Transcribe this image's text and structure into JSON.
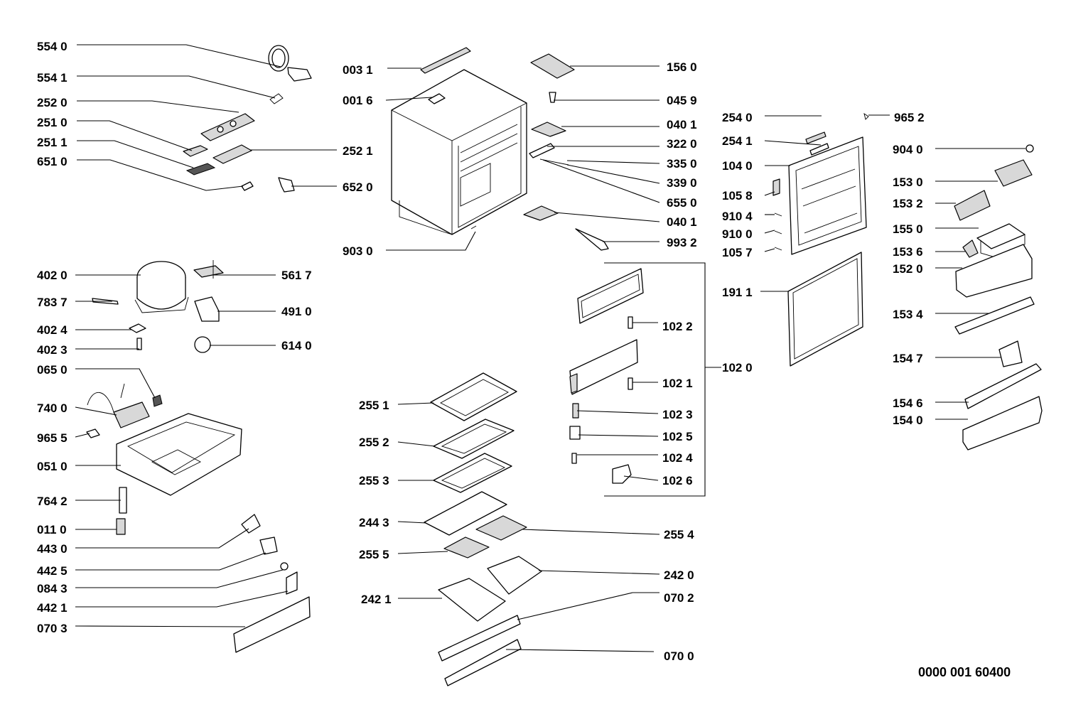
{
  "diagram": {
    "reference_number": "0000 001 60400",
    "labels": [
      "554 0",
      "554 1",
      "252 0",
      "251 0",
      "251 1",
      "651 0",
      "252 1",
      "652 0",
      "003 1",
      "001 6",
      "903 0",
      "156 0",
      "045 9",
      "040 1",
      "322 0",
      "335 0",
      "339 0",
      "655 0",
      "040 1",
      "993 2",
      "254 0",
      "254 1",
      "104 0",
      "105 8",
      "910 4",
      "910 0",
      "105 7",
      "965 2",
      "904 0",
      "153 0",
      "153 2",
      "155 0",
      "153 6",
      "152 0",
      "191 1",
      "153 4",
      "154 7",
      "154 6",
      "154 0",
      "402 0",
      "783 7",
      "402 4",
      "402 3",
      "561 7",
      "491 0",
      "614 0",
      "065 0",
      "740 0",
      "965 5",
      "051 0",
      "764 2",
      "011 0",
      "443 0",
      "442 5",
      "084 3",
      "442 1",
      "070 3",
      "102 2",
      "102 1",
      "102 3",
      "102 5",
      "102 4",
      "102 6",
      "102 0",
      "255 1",
      "255 2",
      "255 3",
      "244 3",
      "255 5",
      "255 4",
      "242 0",
      "242 1",
      "070 2",
      "070 0"
    ]
  }
}
